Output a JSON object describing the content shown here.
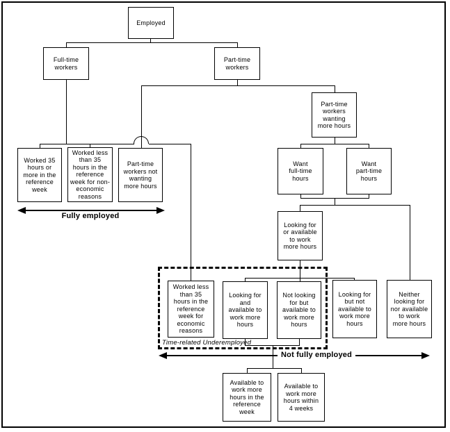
{
  "diagram": {
    "title_hint": "Employment classification flowchart",
    "colors": {
      "line": "#000000",
      "background": "#ffffff",
      "text": "#000000"
    },
    "nodes": {
      "employed": "Employed",
      "fulltime_workers": "Full-time\nworkers",
      "parttime_workers": "Part-time\nworkers",
      "worked_35": "Worked 35\nhours or\nmore in the\nreference\nweek",
      "worked_less_noneconomic": "Worked less\nthan 35\nhours in the\nreference\nweek for non-\neconomic\nreasons",
      "parttime_not_wanting": "Part-time\nworkers not\nwanting\nmore hours",
      "parttime_wanting": "Part-time\nworkers\nwanting\nmore hours",
      "want_fulltime": "Want\nfull-time\nhours",
      "want_parttime": "Want\npart-time\nhours",
      "looking_or_available": "Looking for\nor available\nto work\nmore hours",
      "worked_less_economic": "Worked less\nthan 35\nhours in the\nreference\nweek for\neconomic\nreasons",
      "looking_and_available": "Looking for\nand\navailable to\nwork more\nhours",
      "not_looking_but_available": "Not looking\nfor but\navailable to\nwork more\nhours",
      "looking_but_not_available": "Looking for\nbut not\navailable to\nwork more\nhours",
      "neither_looking_nor_available": "Neither\nlooking for\nnor available\nto work\nmore hours",
      "available_reference_week": "Available to\nwork more\nhours in the\nreference\nweek",
      "available_4_weeks": "Available to\nwork more\nhours within\n4 weeks"
    },
    "annotations": {
      "fully_employed": "Fully employed",
      "not_fully_employed": "Not fully employed",
      "time_related_underemployed": "Time-related Underemployed"
    }
  }
}
